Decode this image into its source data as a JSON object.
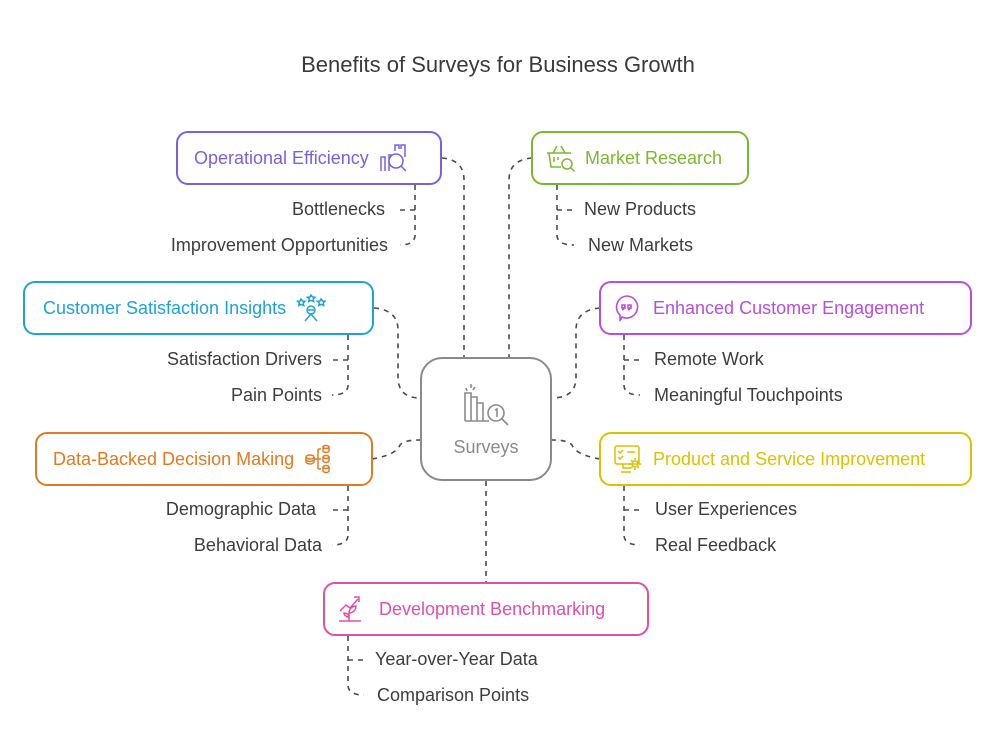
{
  "title": "Benefits of Surveys for Business Growth",
  "center": {
    "label": "Surveys",
    "icon": "survey-chart-icon",
    "color": "#8a8a8a"
  },
  "branches": [
    {
      "label": "Operational Efficiency",
      "icon": "efficiency-search-icon",
      "color": "#7b5fe0",
      "items": [
        "Bottlenecks",
        "Improvement Opportunities"
      ]
    },
    {
      "label": "Market Research",
      "icon": "basket-search-icon",
      "color": "#7cb82f",
      "items": [
        "New Products",
        "New Markets"
      ]
    },
    {
      "label": "Customer Satisfaction Insights",
      "icon": "stars-person-icon",
      "color": "#1fa2d6",
      "items": [
        "Satisfaction Drivers",
        "Pain Points"
      ]
    },
    {
      "label": "Enhanced Customer Engagement",
      "icon": "quote-bubble-icon",
      "color": "#b84fd9",
      "items": [
        "Remote Work",
        "Meaningful Touchpoints"
      ]
    },
    {
      "label": "Data-Backed Decision Making",
      "icon": "database-tree-icon",
      "color": "#e07b22",
      "items": [
        "Demographic Data",
        "Behavioral Data"
      ]
    },
    {
      "label": "Product and Service Improvement",
      "icon": "monitor-gear-icon",
      "color": "#d9c200",
      "items": [
        "User Experiences",
        "Real Feedback"
      ]
    },
    {
      "label": "Development Benchmarking",
      "icon": "growth-plant-icon",
      "color": "#e04fa8",
      "items": [
        "Year-over-Year Data",
        "Comparison Points"
      ]
    }
  ]
}
